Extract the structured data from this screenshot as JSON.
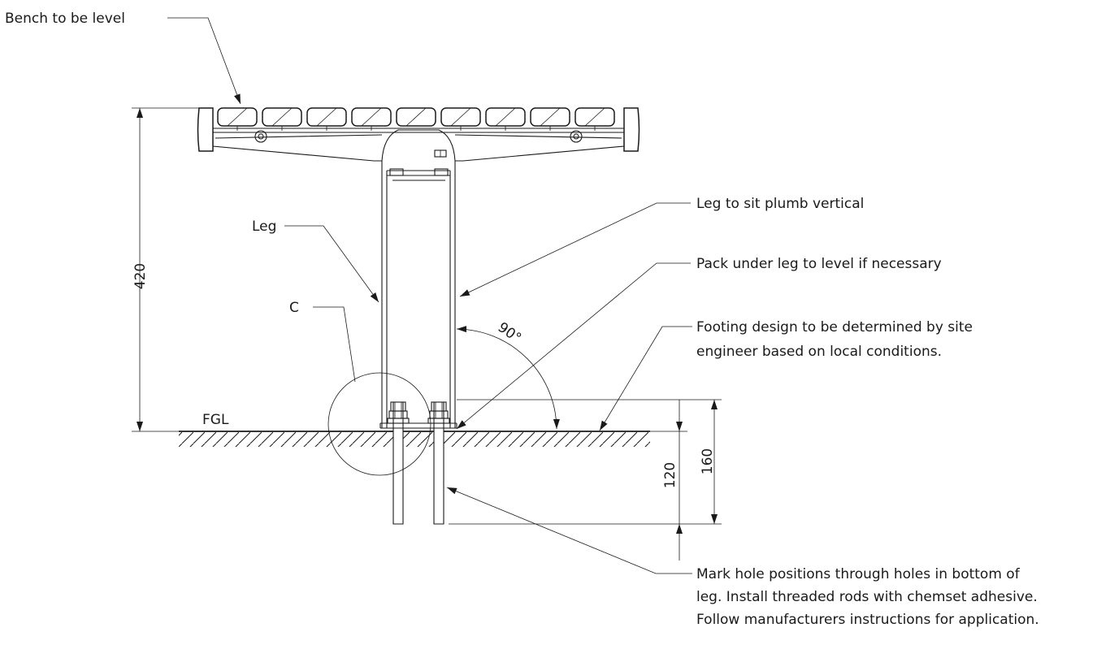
{
  "annotations": {
    "bench_level": "Bench to be level",
    "leg": "Leg",
    "leg_plumb": "Leg to sit plumb vertical",
    "pack_under": "Pack under leg to level if necessary",
    "detail_c": "C",
    "footing_line1": "Footing design to be determined by site",
    "footing_line2": "engineer based on local conditions.",
    "fgl": "FGL",
    "holes_line1": "Mark hole positions through holes in bottom of",
    "holes_line2": "leg. Install threaded rods with chemset adhesive.",
    "holes_line3": "Follow manufacturers instructions for application."
  },
  "dimensions": {
    "height": "420",
    "angle": "90°",
    "rod_depth": "120",
    "rod_total": "160"
  }
}
